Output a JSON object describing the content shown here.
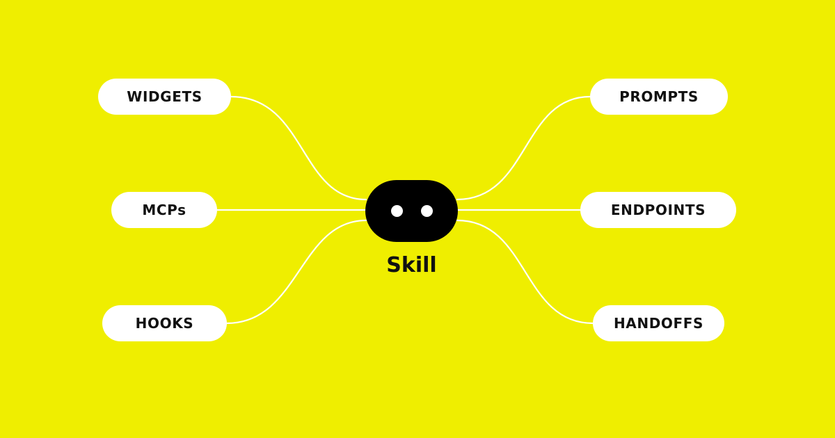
{
  "colors": {
    "background": "#EFEE00",
    "pill": "#FFFFFF",
    "text": "#111111",
    "core": "#000000",
    "connector": "#FFFFFF"
  },
  "center": {
    "label": "Skill",
    "icon": "robot-face-icon"
  },
  "nodes": {
    "left": [
      {
        "label": "WIDGETS"
      },
      {
        "label": "MCPs"
      },
      {
        "label": "HOOKS"
      }
    ],
    "right": [
      {
        "label": "PROMPTS"
      },
      {
        "label": "ENDPOINTS"
      },
      {
        "label": "HANDOFFS"
      }
    ]
  }
}
